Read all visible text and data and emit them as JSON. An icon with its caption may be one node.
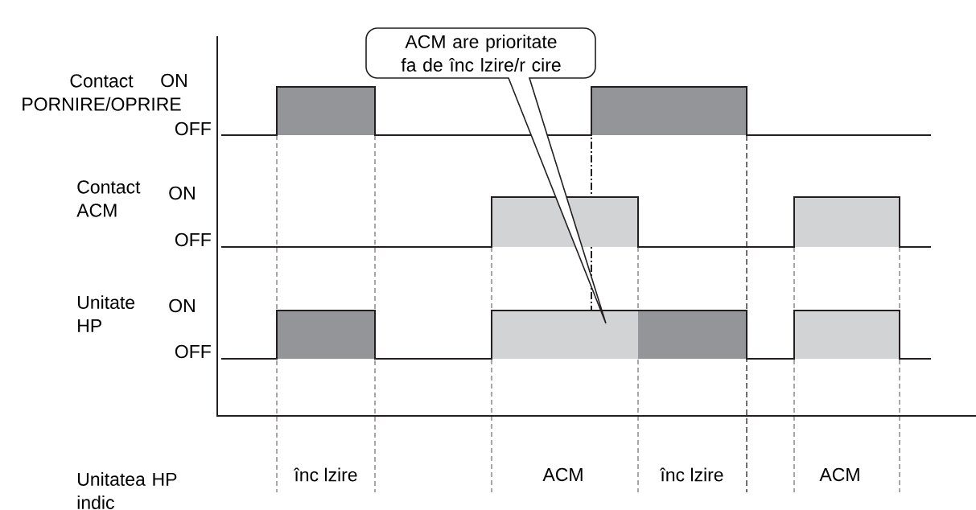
{
  "diagram": {
    "nodes": [
      {
        "text": [
          "ACM are prioritate fa de înc lzire/r cire"
        ]
      }
    ],
    "labels": [
      "Contact PORNIRE/OPRIRE",
      "ON",
      "OFF",
      "Contact ACM",
      "ON",
      "OFF",
      "Unitate HP",
      "ON",
      "OFF",
      "Unitatea HP indic",
      "înc lzire",
      "ACM",
      "înc lzire",
      "ACM"
    ]
  }
}
